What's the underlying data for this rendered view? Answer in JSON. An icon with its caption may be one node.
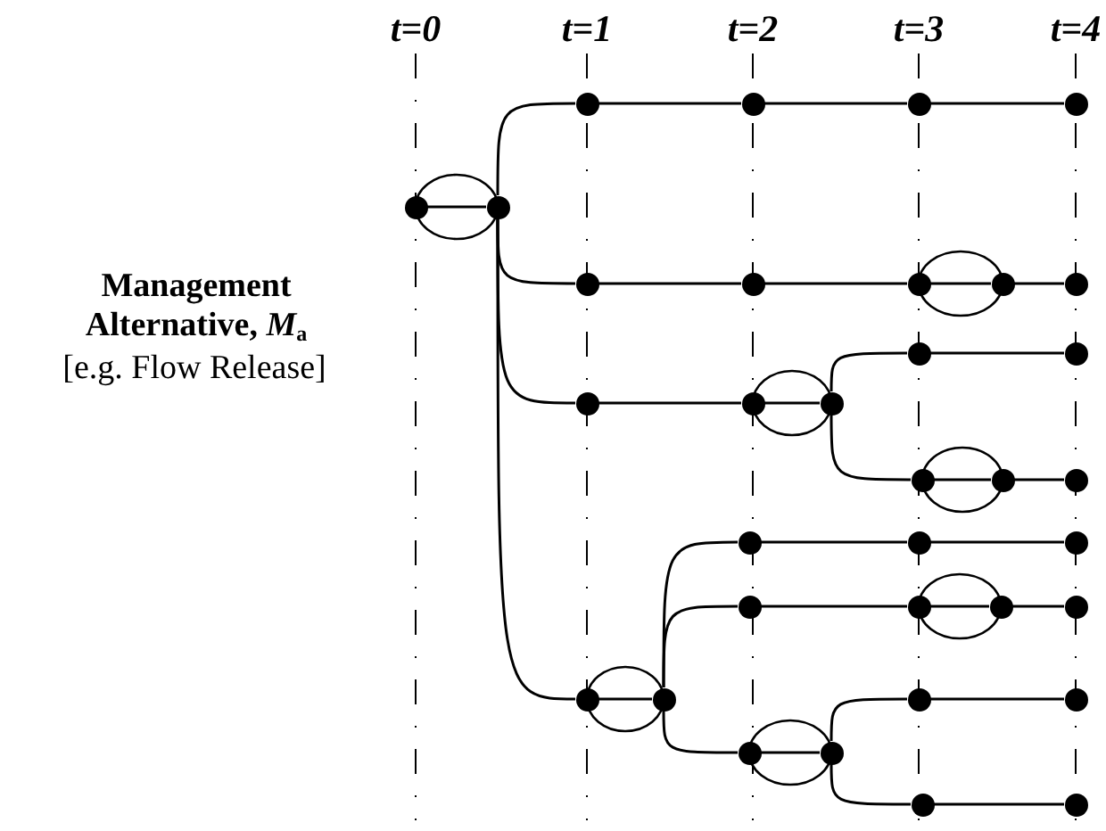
{
  "diagram": {
    "nodes": [
      {
        "text": [],
        "shape": "circle"
      },
      {
        "text": [],
        "shape": "circle"
      },
      {
        "text": [],
        "shape": "circle"
      },
      {
        "text": [],
        "shape": "circle"
      },
      {
        "text": [],
        "shape": "circle"
      },
      {
        "text": [],
        "shape": "circle"
      },
      {
        "text": [],
        "shape": "circle"
      },
      {
        "text": [],
        "shape": "circle"
      },
      {
        "text": [],
        "shape": "circle"
      },
      {
        "text": [],
        "shape": "circle"
      },
      {
        "text": [],
        "shape": "circle"
      },
      {
        "text": [],
        "shape": "circle"
      },
      {
        "text": [],
        "shape": "circle"
      },
      {
        "text": [],
        "shape": "circle"
      },
      {
        "text": [],
        "shape": "circle"
      },
      {
        "text": [],
        "shape": "circle"
      },
      {
        "text": [],
        "shape": "circle"
      },
      {
        "text": [],
        "shape": "circle"
      },
      {
        "text": [],
        "shape": "circle"
      },
      {
        "text": [],
        "shape": "circle"
      },
      {
        "text": [],
        "shape": "circle"
      },
      {
        "text": [],
        "shape": "circle"
      },
      {
        "text": [],
        "shape": "circle"
      },
      {
        "text": [],
        "shape": "circle"
      },
      {
        "text": [],
        "shape": "circle"
      },
      {
        "text": [],
        "shape": "circle"
      },
      {
        "text": [],
        "shape": "circle"
      },
      {
        "text": [],
        "shape": "circle"
      },
      {
        "text": [],
        "shape": "circle"
      },
      {
        "text": [],
        "shape": "circle"
      },
      {
        "text": [],
        "shape": "circle"
      },
      {
        "text": [],
        "shape": "circle"
      },
      {
        "text": [],
        "shape": "circle"
      },
      {
        "text": [],
        "shape": "circle"
      }
    ],
    "edges": [
      {
        "from": 0,
        "to": 1,
        "arrow": "none"
      },
      {
        "from": 1,
        "to": 2,
        "arrow": "none"
      },
      {
        "from": 1,
        "to": 3,
        "arrow": "none"
      },
      {
        "from": 1,
        "to": 4,
        "arrow": "none"
      },
      {
        "from": 1,
        "to": 5,
        "arrow": "none"
      },
      {
        "from": 2,
        "to": 7,
        "arrow": "none"
      },
      {
        "from": 7,
        "to": 15,
        "arrow": "none"
      },
      {
        "from": 15,
        "to": 26,
        "arrow": "none"
      },
      {
        "from": 3,
        "to": 8,
        "arrow": "none"
      },
      {
        "from": 8,
        "to": 16,
        "arrow": "none"
      },
      {
        "from": 16,
        "to": 23,
        "arrow": "none"
      },
      {
        "from": 23,
        "to": 27,
        "arrow": "none"
      },
      {
        "from": 4,
        "to": 9,
        "arrow": "none"
      },
      {
        "from": 9,
        "to": 13,
        "arrow": "none"
      },
      {
        "from": 13,
        "to": 17,
        "arrow": "none"
      },
      {
        "from": 13,
        "to": 18,
        "arrow": "none"
      },
      {
        "from": 17,
        "to": 28,
        "arrow": "none"
      },
      {
        "from": 18,
        "to": 24,
        "arrow": "none"
      },
      {
        "from": 24,
        "to": 29,
        "arrow": "none"
      },
      {
        "from": 5,
        "to": 6,
        "arrow": "none"
      },
      {
        "from": 6,
        "to": 10,
        "arrow": "none"
      },
      {
        "from": 6,
        "to": 11,
        "arrow": "none"
      },
      {
        "from": 6,
        "to": 12,
        "arrow": "none"
      },
      {
        "from": 10,
        "to": 19,
        "arrow": "none"
      },
      {
        "from": 19,
        "to": 30,
        "arrow": "none"
      },
      {
        "from": 11,
        "to": 20,
        "arrow": "none"
      },
      {
        "from": 20,
        "to": 25,
        "arrow": "none"
      },
      {
        "from": 25,
        "to": 31,
        "arrow": "none"
      },
      {
        "from": 12,
        "to": 14,
        "arrow": "none"
      },
      {
        "from": 14,
        "to": 21,
        "arrow": "none"
      },
      {
        "from": 14,
        "to": 22,
        "arrow": "none"
      },
      {
        "from": 21,
        "to": 32,
        "arrow": "none"
      },
      {
        "from": 22,
        "to": 33,
        "arrow": "none"
      }
    ],
    "labels": [
      "t=0",
      "t=1",
      "t=2",
      "t=3",
      "t=4",
      "Management Alternative, *M*$_{a}$",
      "[e.g. Flow Release]"
    ]
  }
}
